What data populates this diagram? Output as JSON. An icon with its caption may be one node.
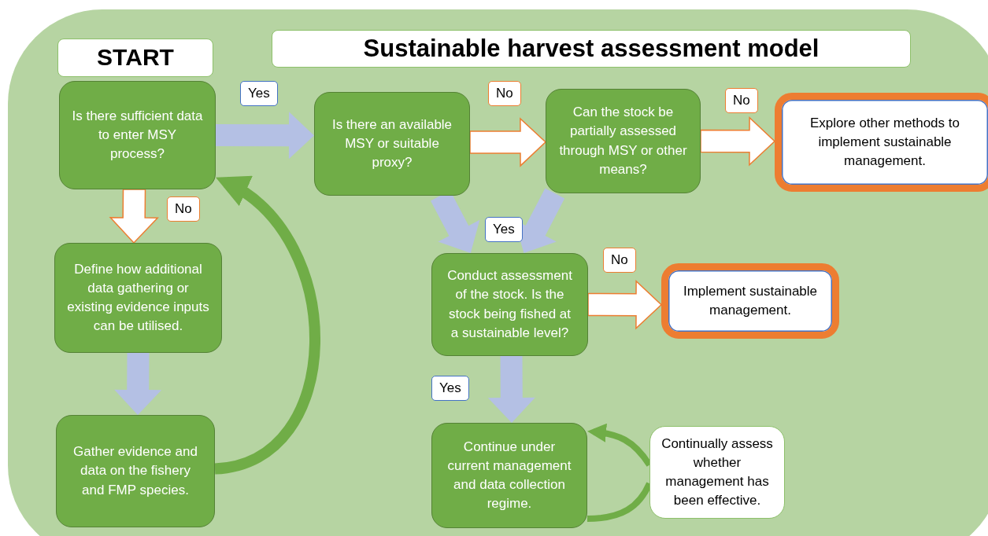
{
  "diagram": {
    "title": "Sustainable harvest assessment model",
    "nodes": [
      {
        "text": [
          "START"
        ]
      },
      {
        "text": [
          "Is there sufficient data to enter MSY process?"
        ]
      },
      {
        "text": [
          "Define how additional data gathering or existing evidence inputs can be utilised."
        ]
      },
      {
        "text": [
          "Gather evidence and data on the fishery and FMP species."
        ]
      },
      {
        "text": [
          "Is there an available MSY or suitable proxy?"
        ]
      },
      {
        "text": [
          "Can the stock be partially assessed through MSY or other means?"
        ]
      },
      {
        "text": [
          "Explore other methods to implement sustainable management."
        ]
      },
      {
        "text": [
          "Conduct assessment of the stock. Is the stock being fished at a sustainable level?"
        ]
      },
      {
        "text": [
          "Implement sustainable management."
        ]
      },
      {
        "text": [
          "Continue under current management and data collection regime."
        ]
      },
      {
        "text": [
          "Continually assess whether management has been effective."
        ]
      }
    ],
    "edges": [
      {
        "from": 1,
        "to": 4,
        "arrow": "to",
        "label": "Yes"
      },
      {
        "from": 1,
        "to": 2,
        "arrow": "to",
        "label": "No",
        "color": "#ed7d31"
      },
      {
        "from": 2,
        "to": 3,
        "arrow": "to"
      },
      {
        "from": 3,
        "to": 1,
        "arrow": "to",
        "color": "#70ad47"
      },
      {
        "from": 4,
        "to": 5,
        "arrow": "to",
        "label": "No",
        "color": "#ed7d31"
      },
      {
        "from": 5,
        "to": 6,
        "arrow": "to",
        "label": "No",
        "color": "#ed7d31"
      },
      {
        "from": 4,
        "to": 7,
        "arrow": "to",
        "label": "Yes"
      },
      {
        "from": 5,
        "to": 7,
        "arrow": "to"
      },
      {
        "from": 7,
        "to": 8,
        "arrow": "to",
        "label": "No",
        "color": "#ed7d31"
      },
      {
        "from": 7,
        "to": 9,
        "arrow": "to",
        "label": "Yes"
      },
      {
        "from": 9,
        "to": 10,
        "arrow": "none",
        "color": "#70ad47"
      },
      {
        "from": 10,
        "to": 9,
        "arrow": "to",
        "color": "#70ad47"
      }
    ]
  }
}
